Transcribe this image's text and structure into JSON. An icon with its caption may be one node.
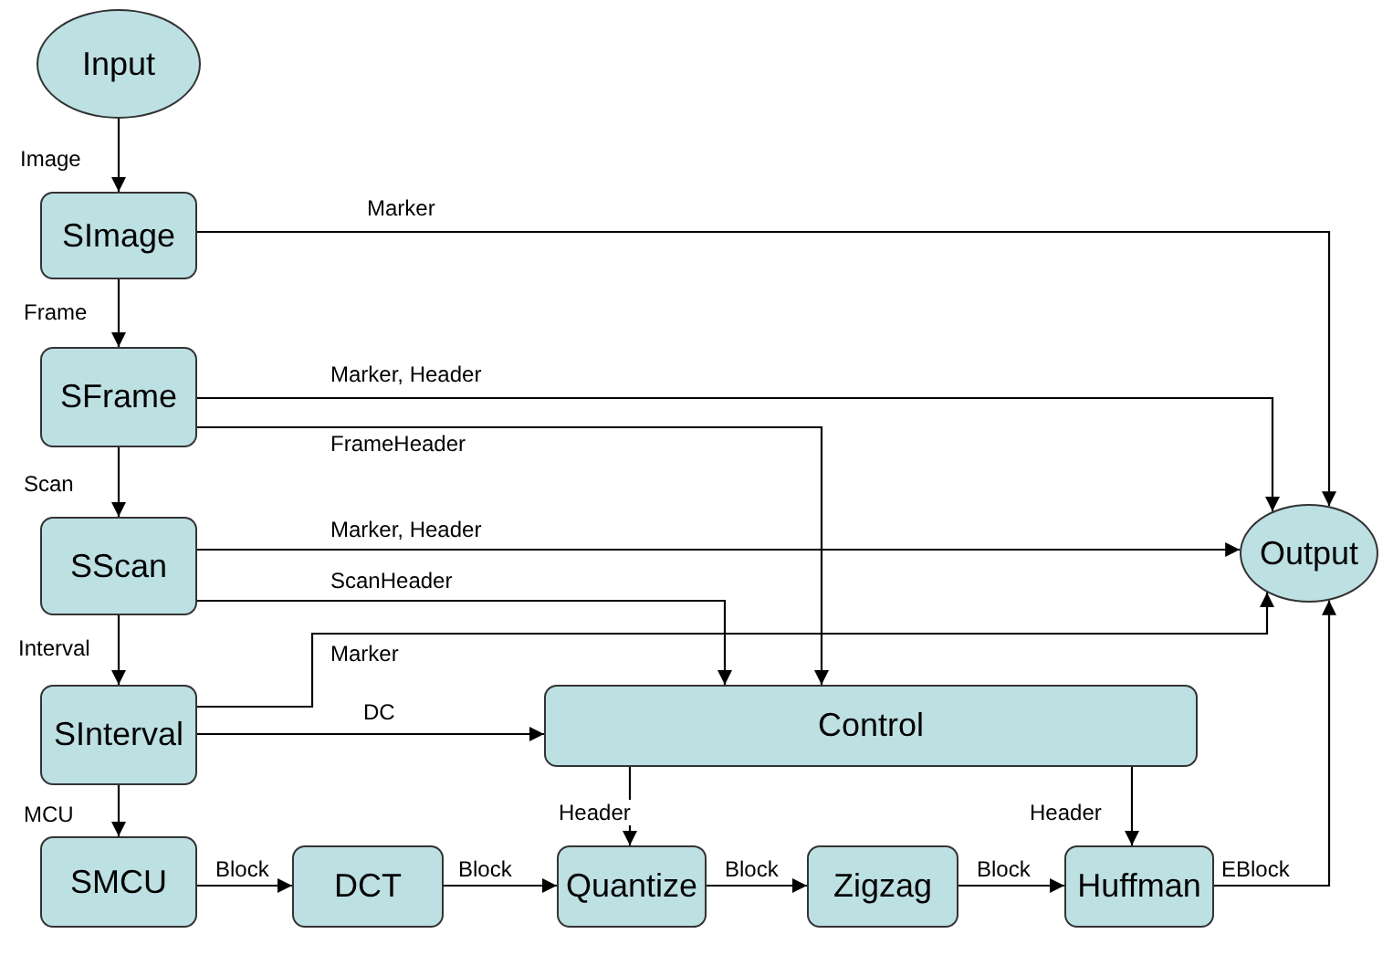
{
  "diagram": {
    "nodes": [
      {
        "text": [
          "Input"
        ]
      },
      {
        "text": [
          "SImage"
        ]
      },
      {
        "text": [
          "SFrame"
        ]
      },
      {
        "text": [
          "SScan"
        ]
      },
      {
        "text": [
          "SInterval"
        ]
      },
      {
        "text": [
          "SMCU"
        ]
      },
      {
        "text": [
          "DCT"
        ]
      },
      {
        "text": [
          "Quantize"
        ]
      },
      {
        "text": [
          "Zigzag"
        ]
      },
      {
        "text": [
          "Huffman"
        ]
      },
      {
        "text": [
          "Control"
        ]
      },
      {
        "text": [
          "Output"
        ]
      }
    ],
    "edges": [
      {
        "from": 0,
        "to": 1,
        "arrow": "to",
        "label": "Image"
      },
      {
        "from": 1,
        "to": 2,
        "arrow": "to",
        "label": "Frame"
      },
      {
        "from": 2,
        "to": 3,
        "arrow": "to",
        "label": "Scan"
      },
      {
        "from": 3,
        "to": 4,
        "arrow": "to",
        "label": "Interval"
      },
      {
        "from": 4,
        "to": 5,
        "arrow": "to",
        "label": "MCU"
      },
      {
        "from": 5,
        "to": 6,
        "arrow": "to",
        "label": "Block"
      },
      {
        "from": 6,
        "to": 7,
        "arrow": "to",
        "label": "Block"
      },
      {
        "from": 7,
        "to": 8,
        "arrow": "to",
        "label": "Block"
      },
      {
        "from": 8,
        "to": 9,
        "arrow": "to",
        "label": "Block"
      },
      {
        "from": 9,
        "to": 11,
        "arrow": "to",
        "label": "EBlock"
      },
      {
        "from": 1,
        "to": 11,
        "arrow": "to",
        "label": "Marker"
      },
      {
        "from": 2,
        "to": 11,
        "arrow": "to",
        "label": "Marker, Header"
      },
      {
        "from": 2,
        "to": 10,
        "arrow": "to",
        "label": "FrameHeader"
      },
      {
        "from": 3,
        "to": 11,
        "arrow": "to",
        "label": "Marker, Header"
      },
      {
        "from": 3,
        "to": 10,
        "arrow": "to",
        "label": "ScanHeader"
      },
      {
        "from": 4,
        "to": 11,
        "arrow": "to",
        "label": "Marker"
      },
      {
        "from": 4,
        "to": 10,
        "arrow": "to",
        "label": "DC"
      },
      {
        "from": 10,
        "to": 7,
        "arrow": "to",
        "label": "Header"
      },
      {
        "from": 10,
        "to": 9,
        "arrow": "to",
        "label": "Header"
      }
    ]
  }
}
